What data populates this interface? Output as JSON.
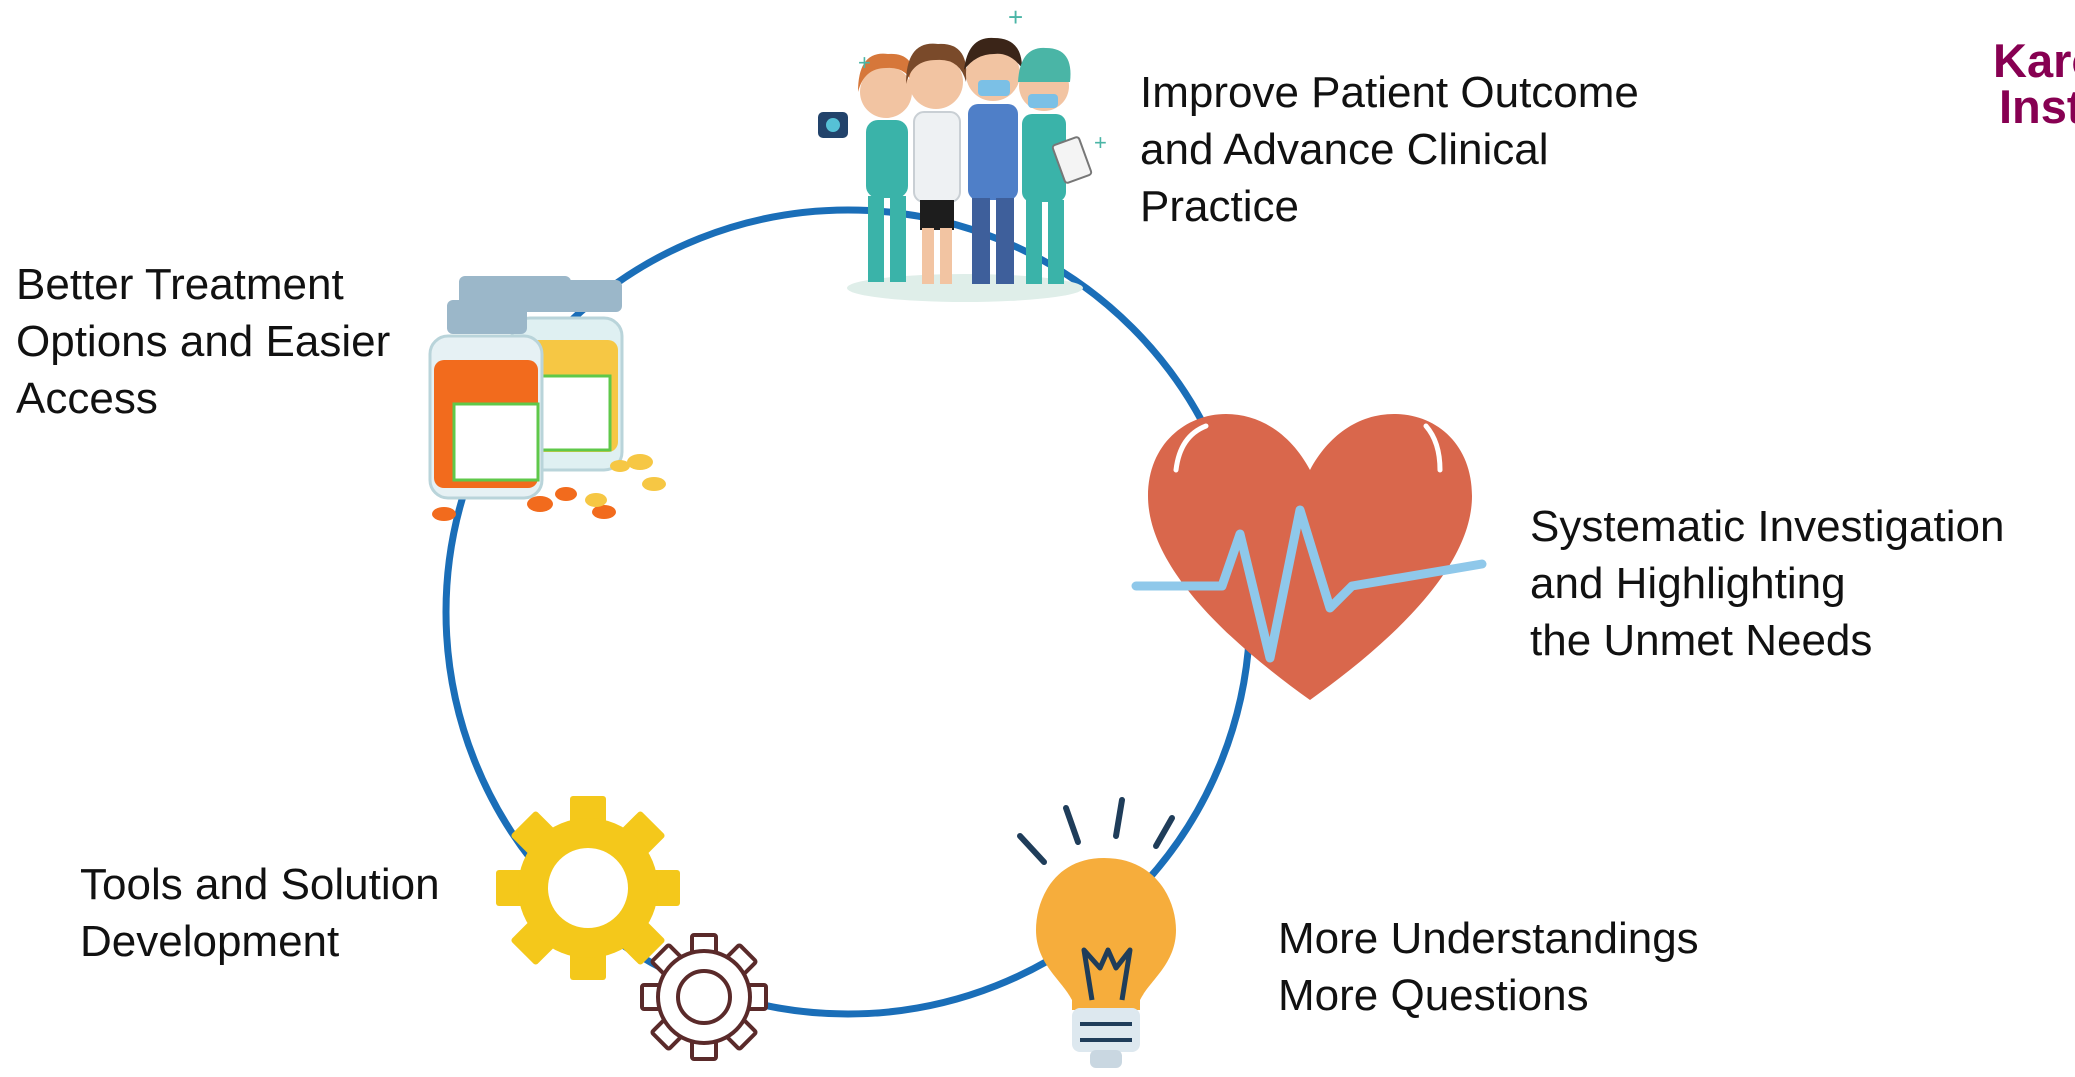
{
  "cycle": {
    "stages": [
      {
        "id": "patient",
        "lines": [
          "Improve Patient Outcome",
          "and Advance Clinical",
          "Practice"
        ],
        "icon": "healthcare-team-icon"
      },
      {
        "id": "needs",
        "lines": [
          "Systematic Investigation",
          "and Highlighting",
          "the Unmet Needs"
        ],
        "icon": "heart-pulse-icon"
      },
      {
        "id": "questions",
        "lines": [
          "More Understandings",
          "More Questions"
        ],
        "icon": "lightbulb-icon"
      },
      {
        "id": "tools",
        "lines": [
          "Tools and Solution",
          "Development"
        ],
        "icon": "gears-icon"
      },
      {
        "id": "treatment",
        "lines": [
          "Better Treatment",
          "Options and Easier",
          "Access"
        ],
        "icon": "medicine-bottles-icon"
      }
    ],
    "circle_color": "#1a6eb8"
  },
  "logo": {
    "line1": "Karolinska",
    "line2": "Institutet",
    "color": "#870052"
  },
  "colors": {
    "heart": "#d9674c",
    "pulse": "#8fc8ea",
    "bulb": "#f6ad3c",
    "gear_yellow": "#f4c81b",
    "gear_outline": "#5a2a2a",
    "pills_orange": "#f26b1d",
    "pills_yellow": "#f6c744",
    "cap": "#9bb7c9"
  }
}
